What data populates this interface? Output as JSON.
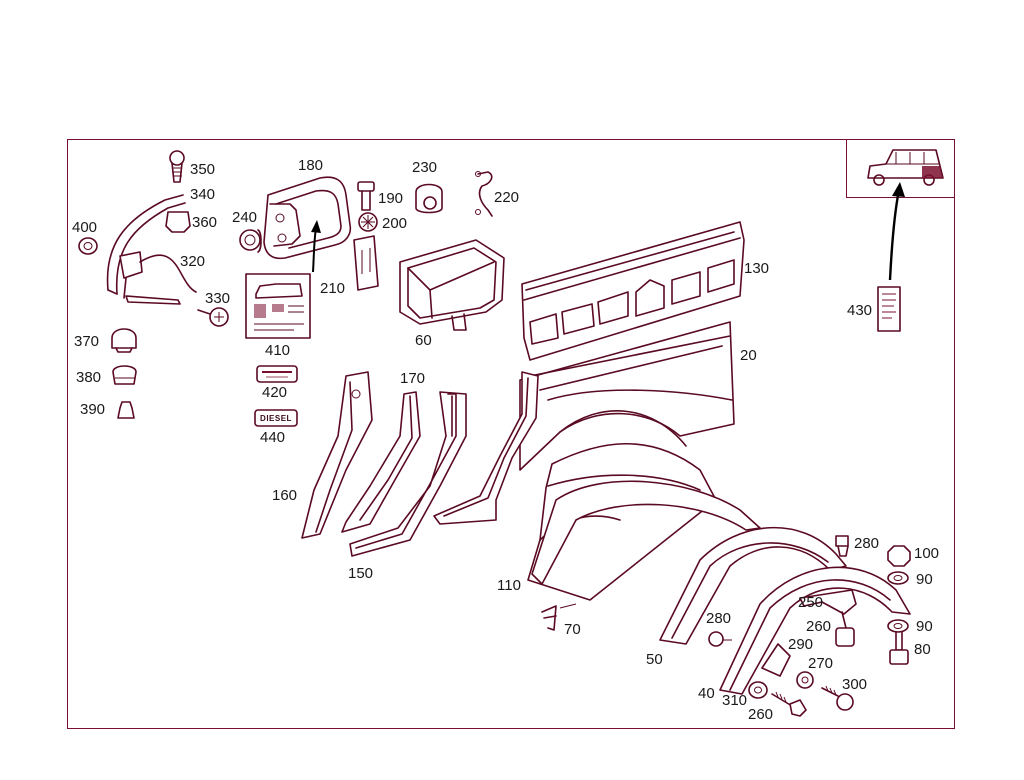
{
  "diagram": {
    "part_numbers": [
      {
        "id": "p350",
        "text": "350"
      },
      {
        "id": "p340",
        "text": "340"
      },
      {
        "id": "p360",
        "text": "360"
      },
      {
        "id": "p400",
        "text": "400"
      },
      {
        "id": "p320",
        "text": "320"
      },
      {
        "id": "p330",
        "text": "330"
      },
      {
        "id": "p370",
        "text": "370"
      },
      {
        "id": "p380",
        "text": "380"
      },
      {
        "id": "p390",
        "text": "390"
      },
      {
        "id": "p180",
        "text": "180"
      },
      {
        "id": "p240",
        "text": "240"
      },
      {
        "id": "p230",
        "text": "230"
      },
      {
        "id": "p190",
        "text": "190"
      },
      {
        "id": "p200",
        "text": "200"
      },
      {
        "id": "p220",
        "text": "220"
      },
      {
        "id": "p210",
        "text": "210"
      },
      {
        "id": "p410",
        "text": "410"
      },
      {
        "id": "p60",
        "text": "60"
      },
      {
        "id": "p130",
        "text": "130"
      },
      {
        "id": "p20",
        "text": "20"
      },
      {
        "id": "p430",
        "text": "430"
      },
      {
        "id": "p420",
        "text": "420"
      },
      {
        "id": "p440",
        "text": "440"
      },
      {
        "id": "p170",
        "text": "170"
      },
      {
        "id": "p160",
        "text": "160"
      },
      {
        "id": "p150",
        "text": "150"
      },
      {
        "id": "p110",
        "text": "110"
      },
      {
        "id": "p70",
        "text": "70"
      },
      {
        "id": "p50",
        "text": "50"
      },
      {
        "id": "p280a",
        "text": "280"
      },
      {
        "id": "p100",
        "text": "100"
      },
      {
        "id": "p90a",
        "text": "90"
      },
      {
        "id": "p250",
        "text": "250"
      },
      {
        "id": "p260a",
        "text": "260"
      },
      {
        "id": "p90b",
        "text": "90"
      },
      {
        "id": "p80",
        "text": "80"
      },
      {
        "id": "p280b",
        "text": "280"
      },
      {
        "id": "p290",
        "text": "290"
      },
      {
        "id": "p270",
        "text": "270"
      },
      {
        "id": "p300",
        "text": "300"
      },
      {
        "id": "p40",
        "text": "40"
      },
      {
        "id": "p310",
        "text": "310"
      },
      {
        "id": "p260b",
        "text": "260"
      }
    ],
    "tags": {
      "diesel": "DIESEL"
    },
    "colors": {
      "line": "#5a0a22",
      "frame": "#7a1030",
      "text": "#1a1a1a"
    }
  }
}
